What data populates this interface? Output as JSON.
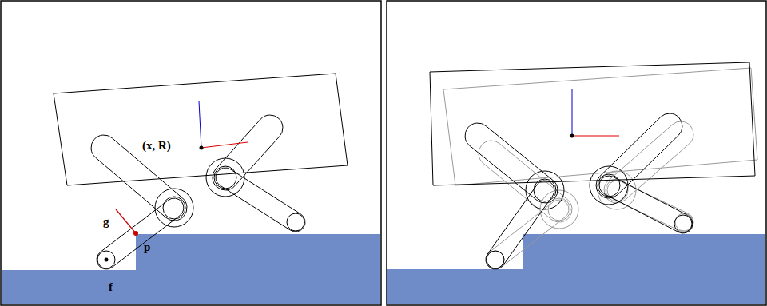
{
  "diagram": {
    "labels": [
      "(x, R)",
      "g",
      "p",
      "f"
    ]
  }
}
